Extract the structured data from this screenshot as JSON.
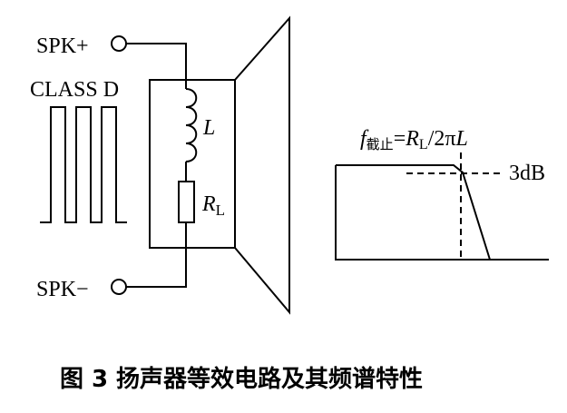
{
  "terminals": {
    "positive": "SPK+",
    "negative": "SPK−"
  },
  "class_d_label": "CLASS D",
  "components": {
    "inductor_symbol": "L",
    "resistor_symbol": "R",
    "resistor_subscript": "L"
  },
  "cutoff_formula": {
    "f": "f",
    "f_sub": "截止",
    "eq": "=",
    "r": "R",
    "r_sub": "L",
    "rest": "/2π",
    "l": "L"
  },
  "attenuation_label": "3dB",
  "caption": {
    "figure_no": "图 3",
    "title": "扬声器等效电路及其频谱特性"
  }
}
